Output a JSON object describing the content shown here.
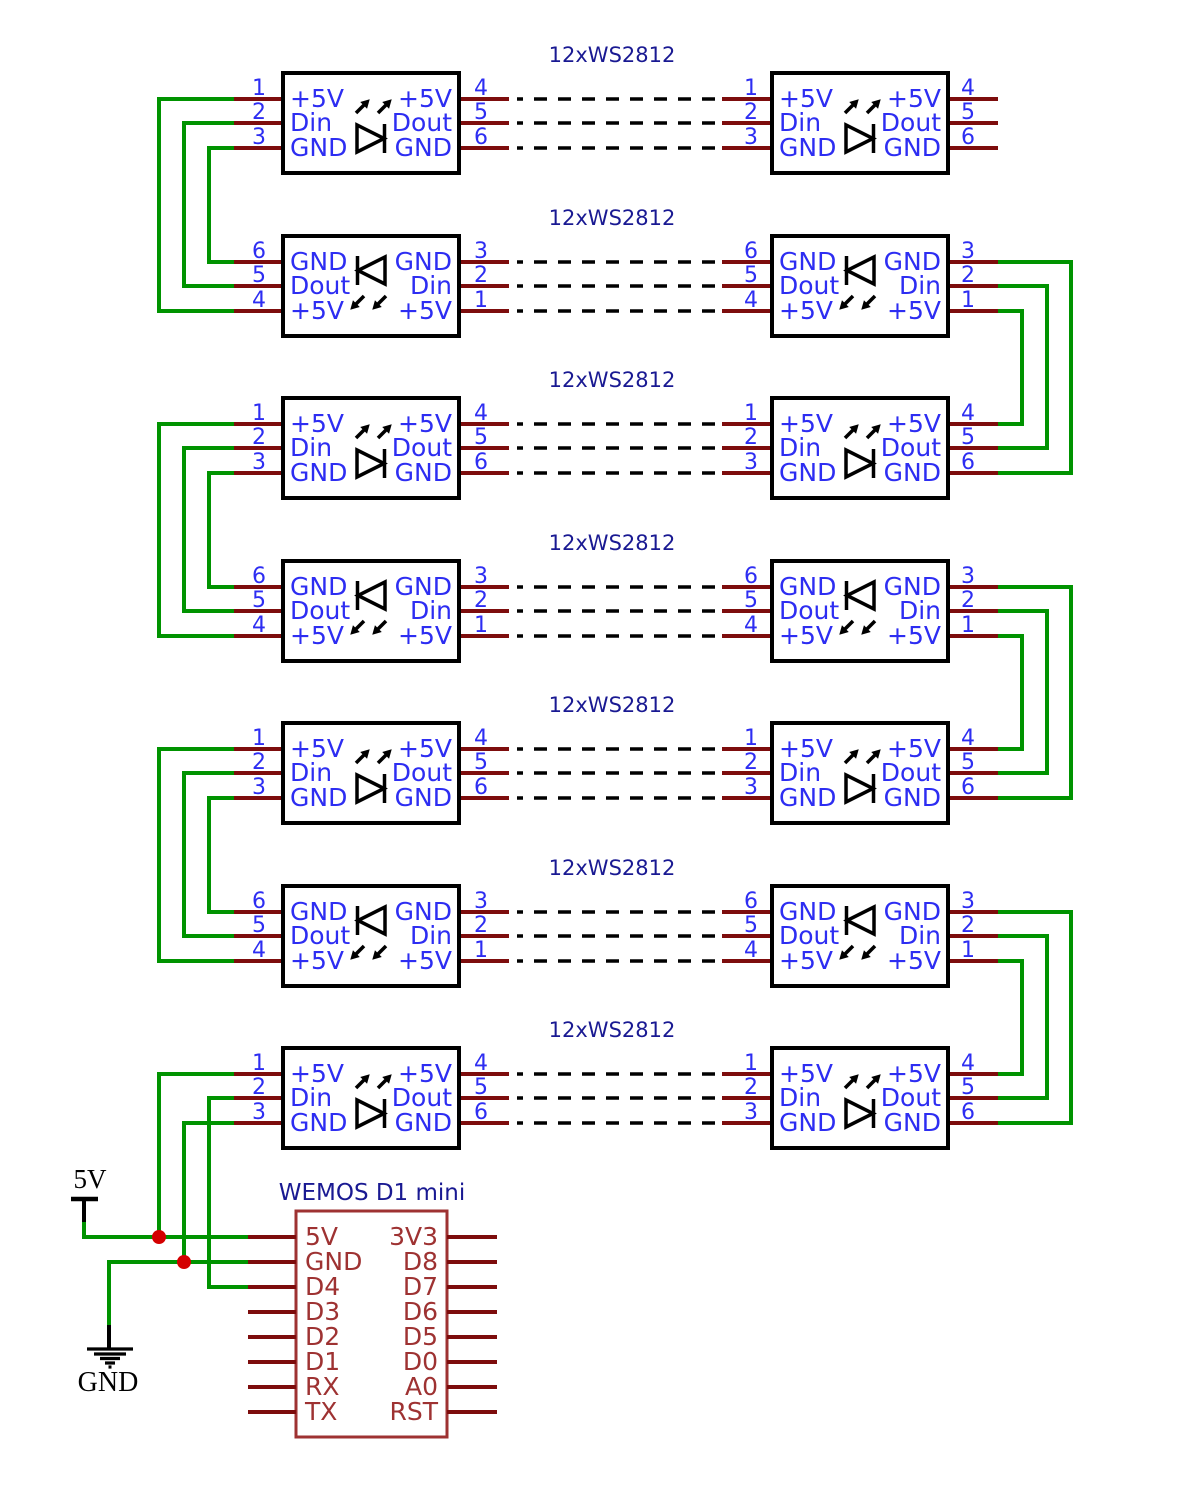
{
  "schematic": {
    "led_rows": [
      {
        "title": "12xWS2812",
        "orientation": "normal"
      },
      {
        "title": "12xWS2812",
        "orientation": "flipped"
      },
      {
        "title": "12xWS2812",
        "orientation": "normal"
      },
      {
        "title": "12xWS2812",
        "orientation": "flipped"
      },
      {
        "title": "12xWS2812",
        "orientation": "normal"
      },
      {
        "title": "12xWS2812",
        "orientation": "flipped"
      },
      {
        "title": "12xWS2812",
        "orientation": "normal"
      }
    ],
    "led_box": {
      "normal": {
        "left_pins": [
          {
            "number": "1",
            "label": "+5V"
          },
          {
            "number": "2",
            "label": "Din"
          },
          {
            "number": "3",
            "label": "GND"
          }
        ],
        "right_pins": [
          {
            "number": "4",
            "label": "+5V"
          },
          {
            "number": "5",
            "label": "Dout"
          },
          {
            "number": "6",
            "label": "GND"
          }
        ]
      },
      "flipped": {
        "left_pins": [
          {
            "number": "6",
            "label": "GND"
          },
          {
            "number": "5",
            "label": "Dout"
          },
          {
            "number": "4",
            "label": "+5V"
          }
        ],
        "right_pins": [
          {
            "number": "3",
            "label": "GND"
          },
          {
            "number": "2",
            "label": "Din"
          },
          {
            "number": "1",
            "label": "+5V"
          }
        ]
      }
    },
    "mcu": {
      "title": "WEMOS D1 mini",
      "left_pins": [
        "5V",
        "GND",
        "D4",
        "D3",
        "D2",
        "D1",
        "RX",
        "TX"
      ],
      "right_pins": [
        "3V3",
        "D8",
        "D7",
        "D6",
        "D5",
        "D0",
        "A0",
        "RST"
      ]
    },
    "power": {
      "supply_label": "5V",
      "ground_label": "GND"
    },
    "icons": {
      "led_symbol": "led-diode-with-emission-arrows-icon",
      "supply_symbol": "power-5v-rail-icon",
      "ground_symbol": "earth-ground-icon"
    },
    "colors": {
      "background": "#ffffff",
      "black": "#000000",
      "wire_green": "#009300",
      "pin_stub_red": "#7d0d0d",
      "label_blue": "#2d2df2",
      "title_navy": "#191992",
      "mcu_brick": "#9e3232",
      "junction_red": "#d40000"
    }
  }
}
